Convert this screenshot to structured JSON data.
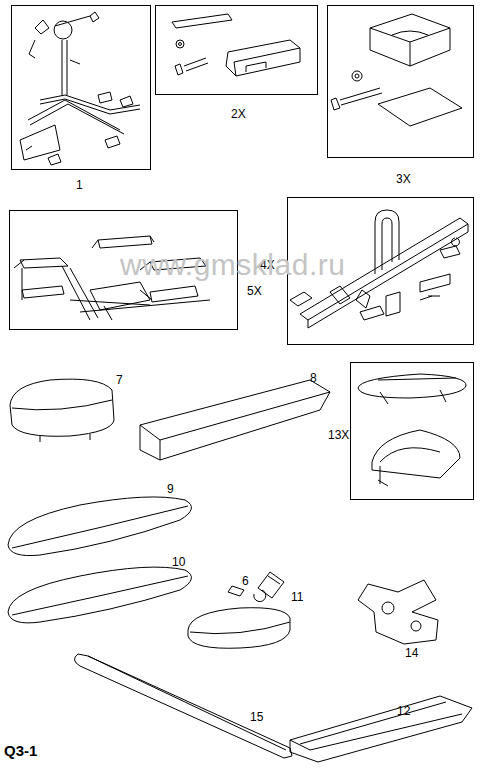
{
  "diagram": {
    "nodes": [
      {
        "text": [
          "1"
        ]
      },
      {
        "text": [
          "2X"
        ]
      },
      {
        "text": [
          "3X"
        ]
      },
      {
        "text": [
          "5X"
        ]
      },
      {
        "text": [
          "4X"
        ]
      },
      {
        "text": [
          "13X"
        ]
      }
    ],
    "labels": [
      "www.gmsklad.ru",
      "7",
      "8",
      "9",
      "6",
      "10",
      "11",
      "14",
      "15",
      "12",
      "Q3-1"
    ]
  }
}
